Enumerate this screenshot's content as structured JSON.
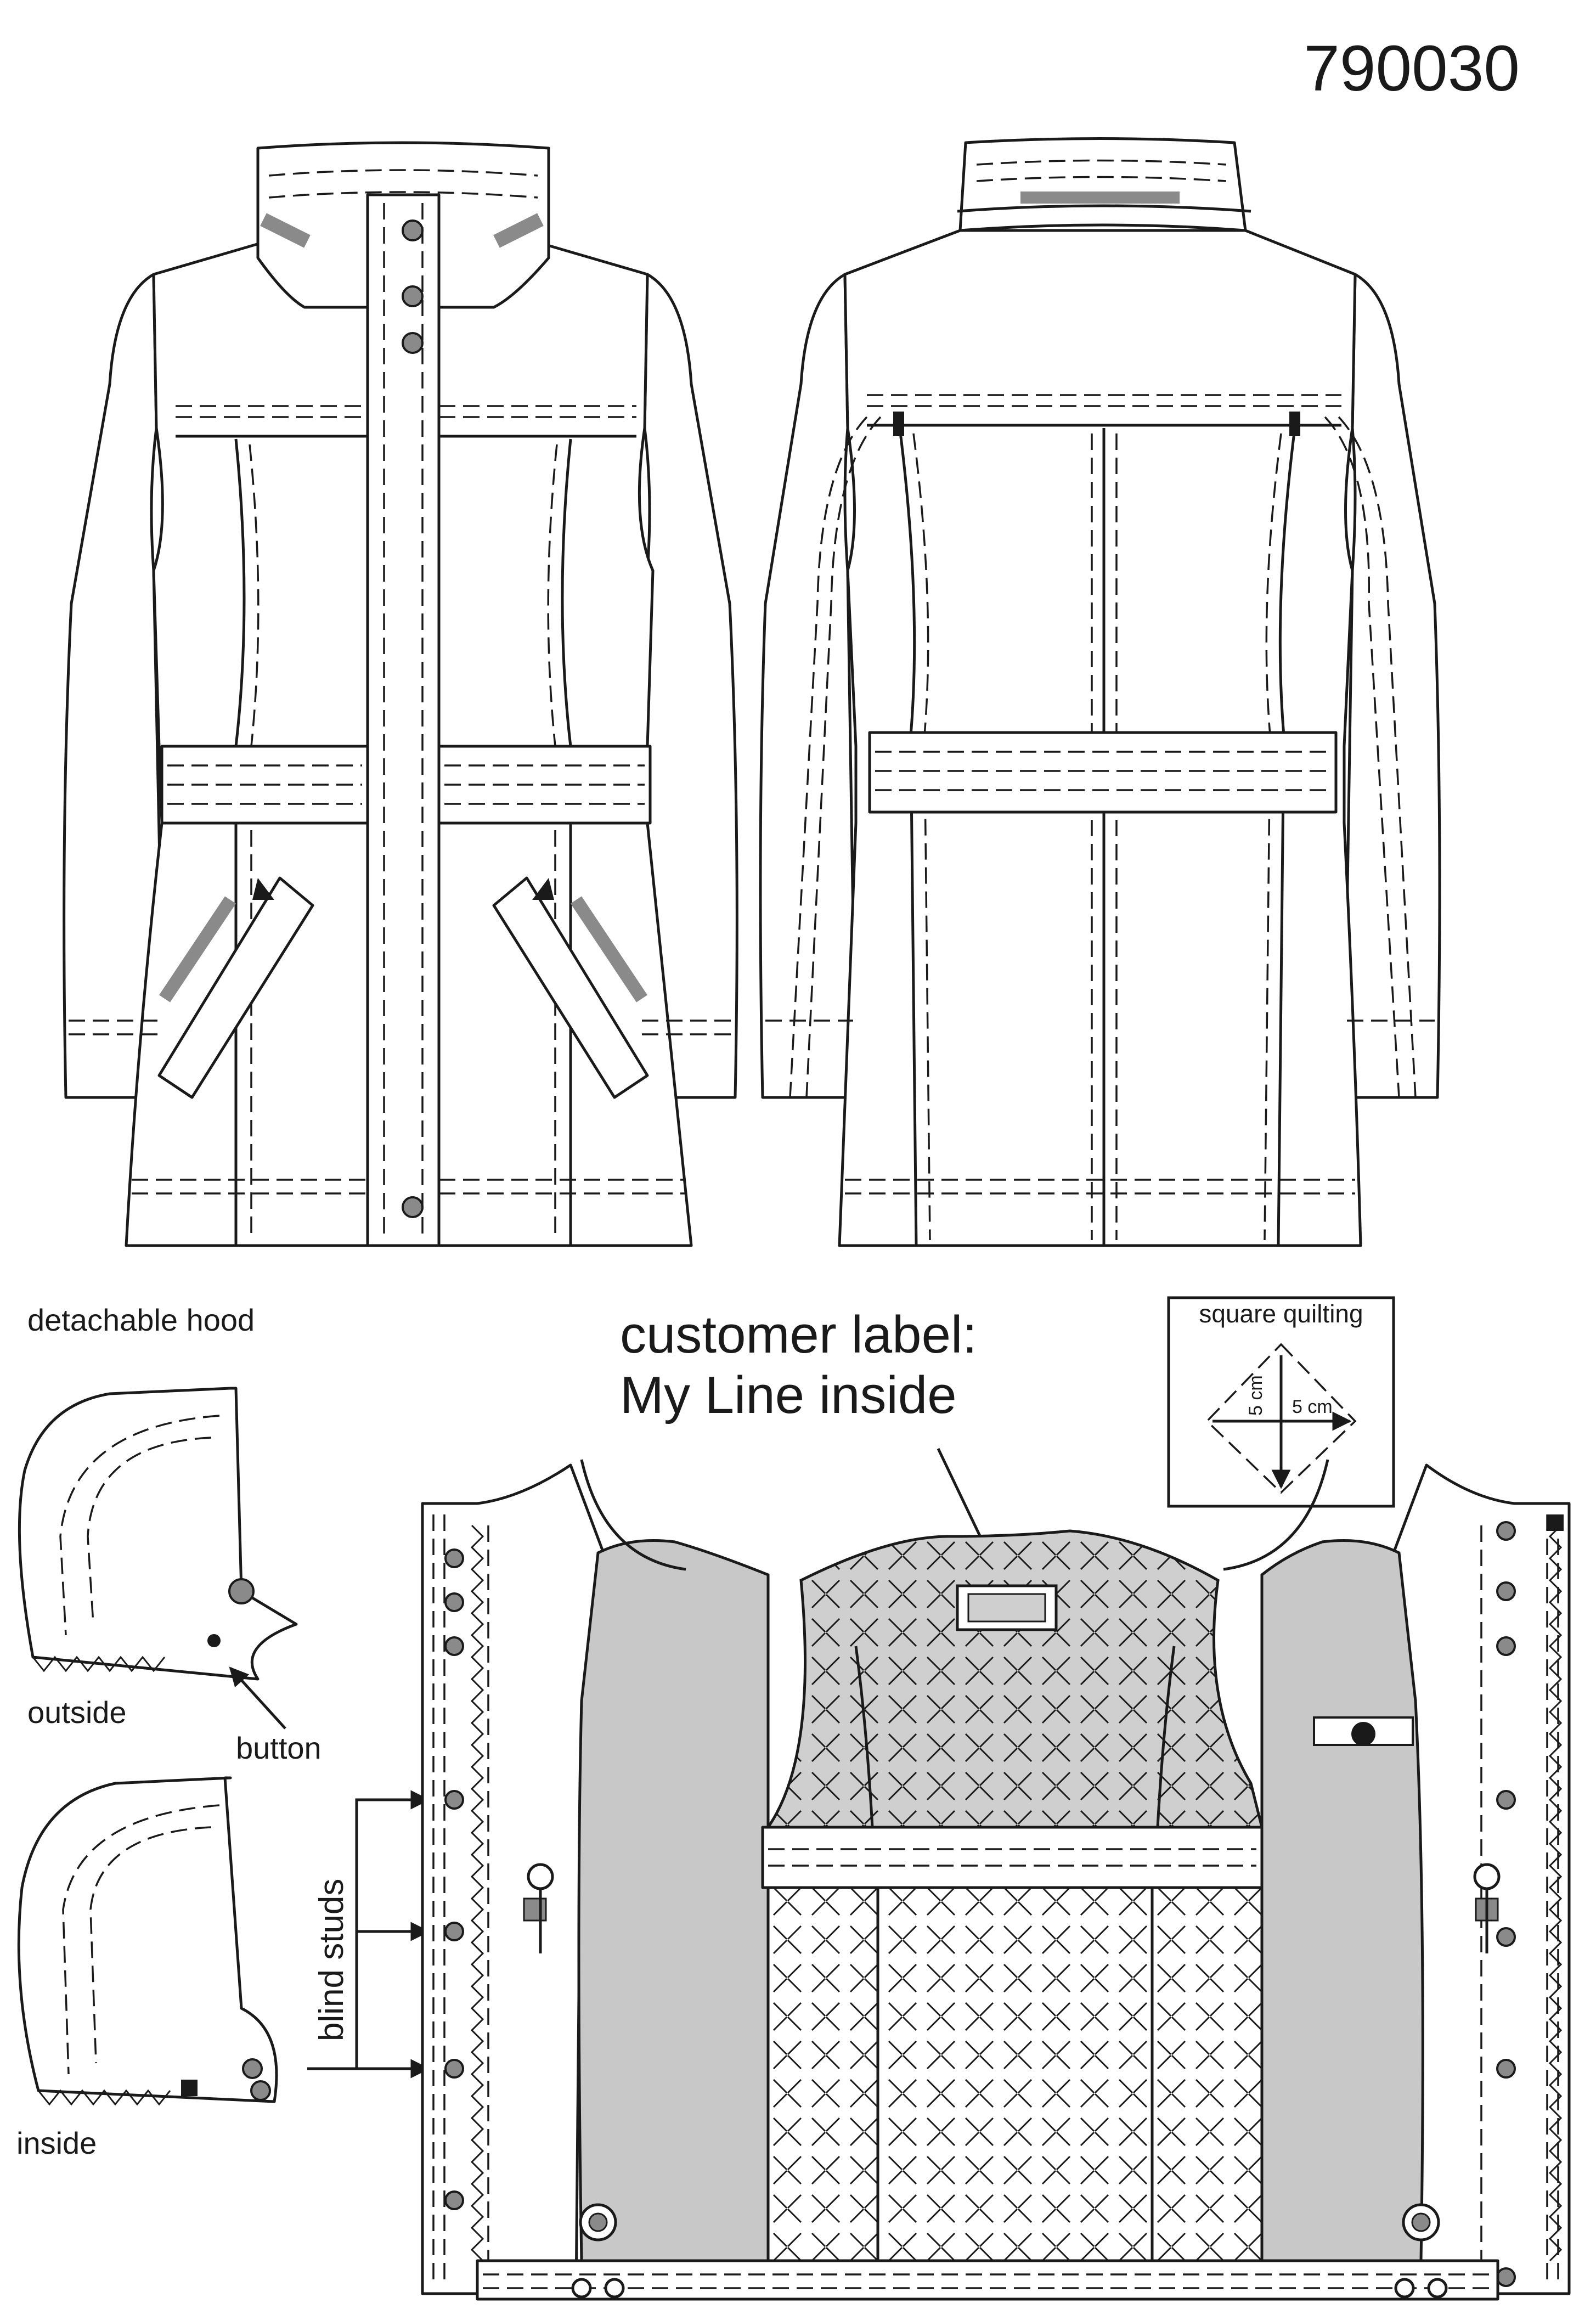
{
  "style_number": "790030",
  "labels": {
    "detachable_hood": "detachable hood",
    "outside": "outside",
    "button": "button",
    "inside": "inside",
    "blind_studs": "blind studs",
    "customer_label_line1": "customer label:",
    "customer_label_line2": "My Line inside",
    "square_quilting": "square quilting",
    "dim_vertical": "5 cm",
    "dim_horizontal": "5 cm"
  },
  "colors": {
    "outline": "#1a1a1a",
    "lining": "#c8c8c8",
    "stud": "#8a8a8a",
    "accent_bar": "#8a8a8a"
  }
}
